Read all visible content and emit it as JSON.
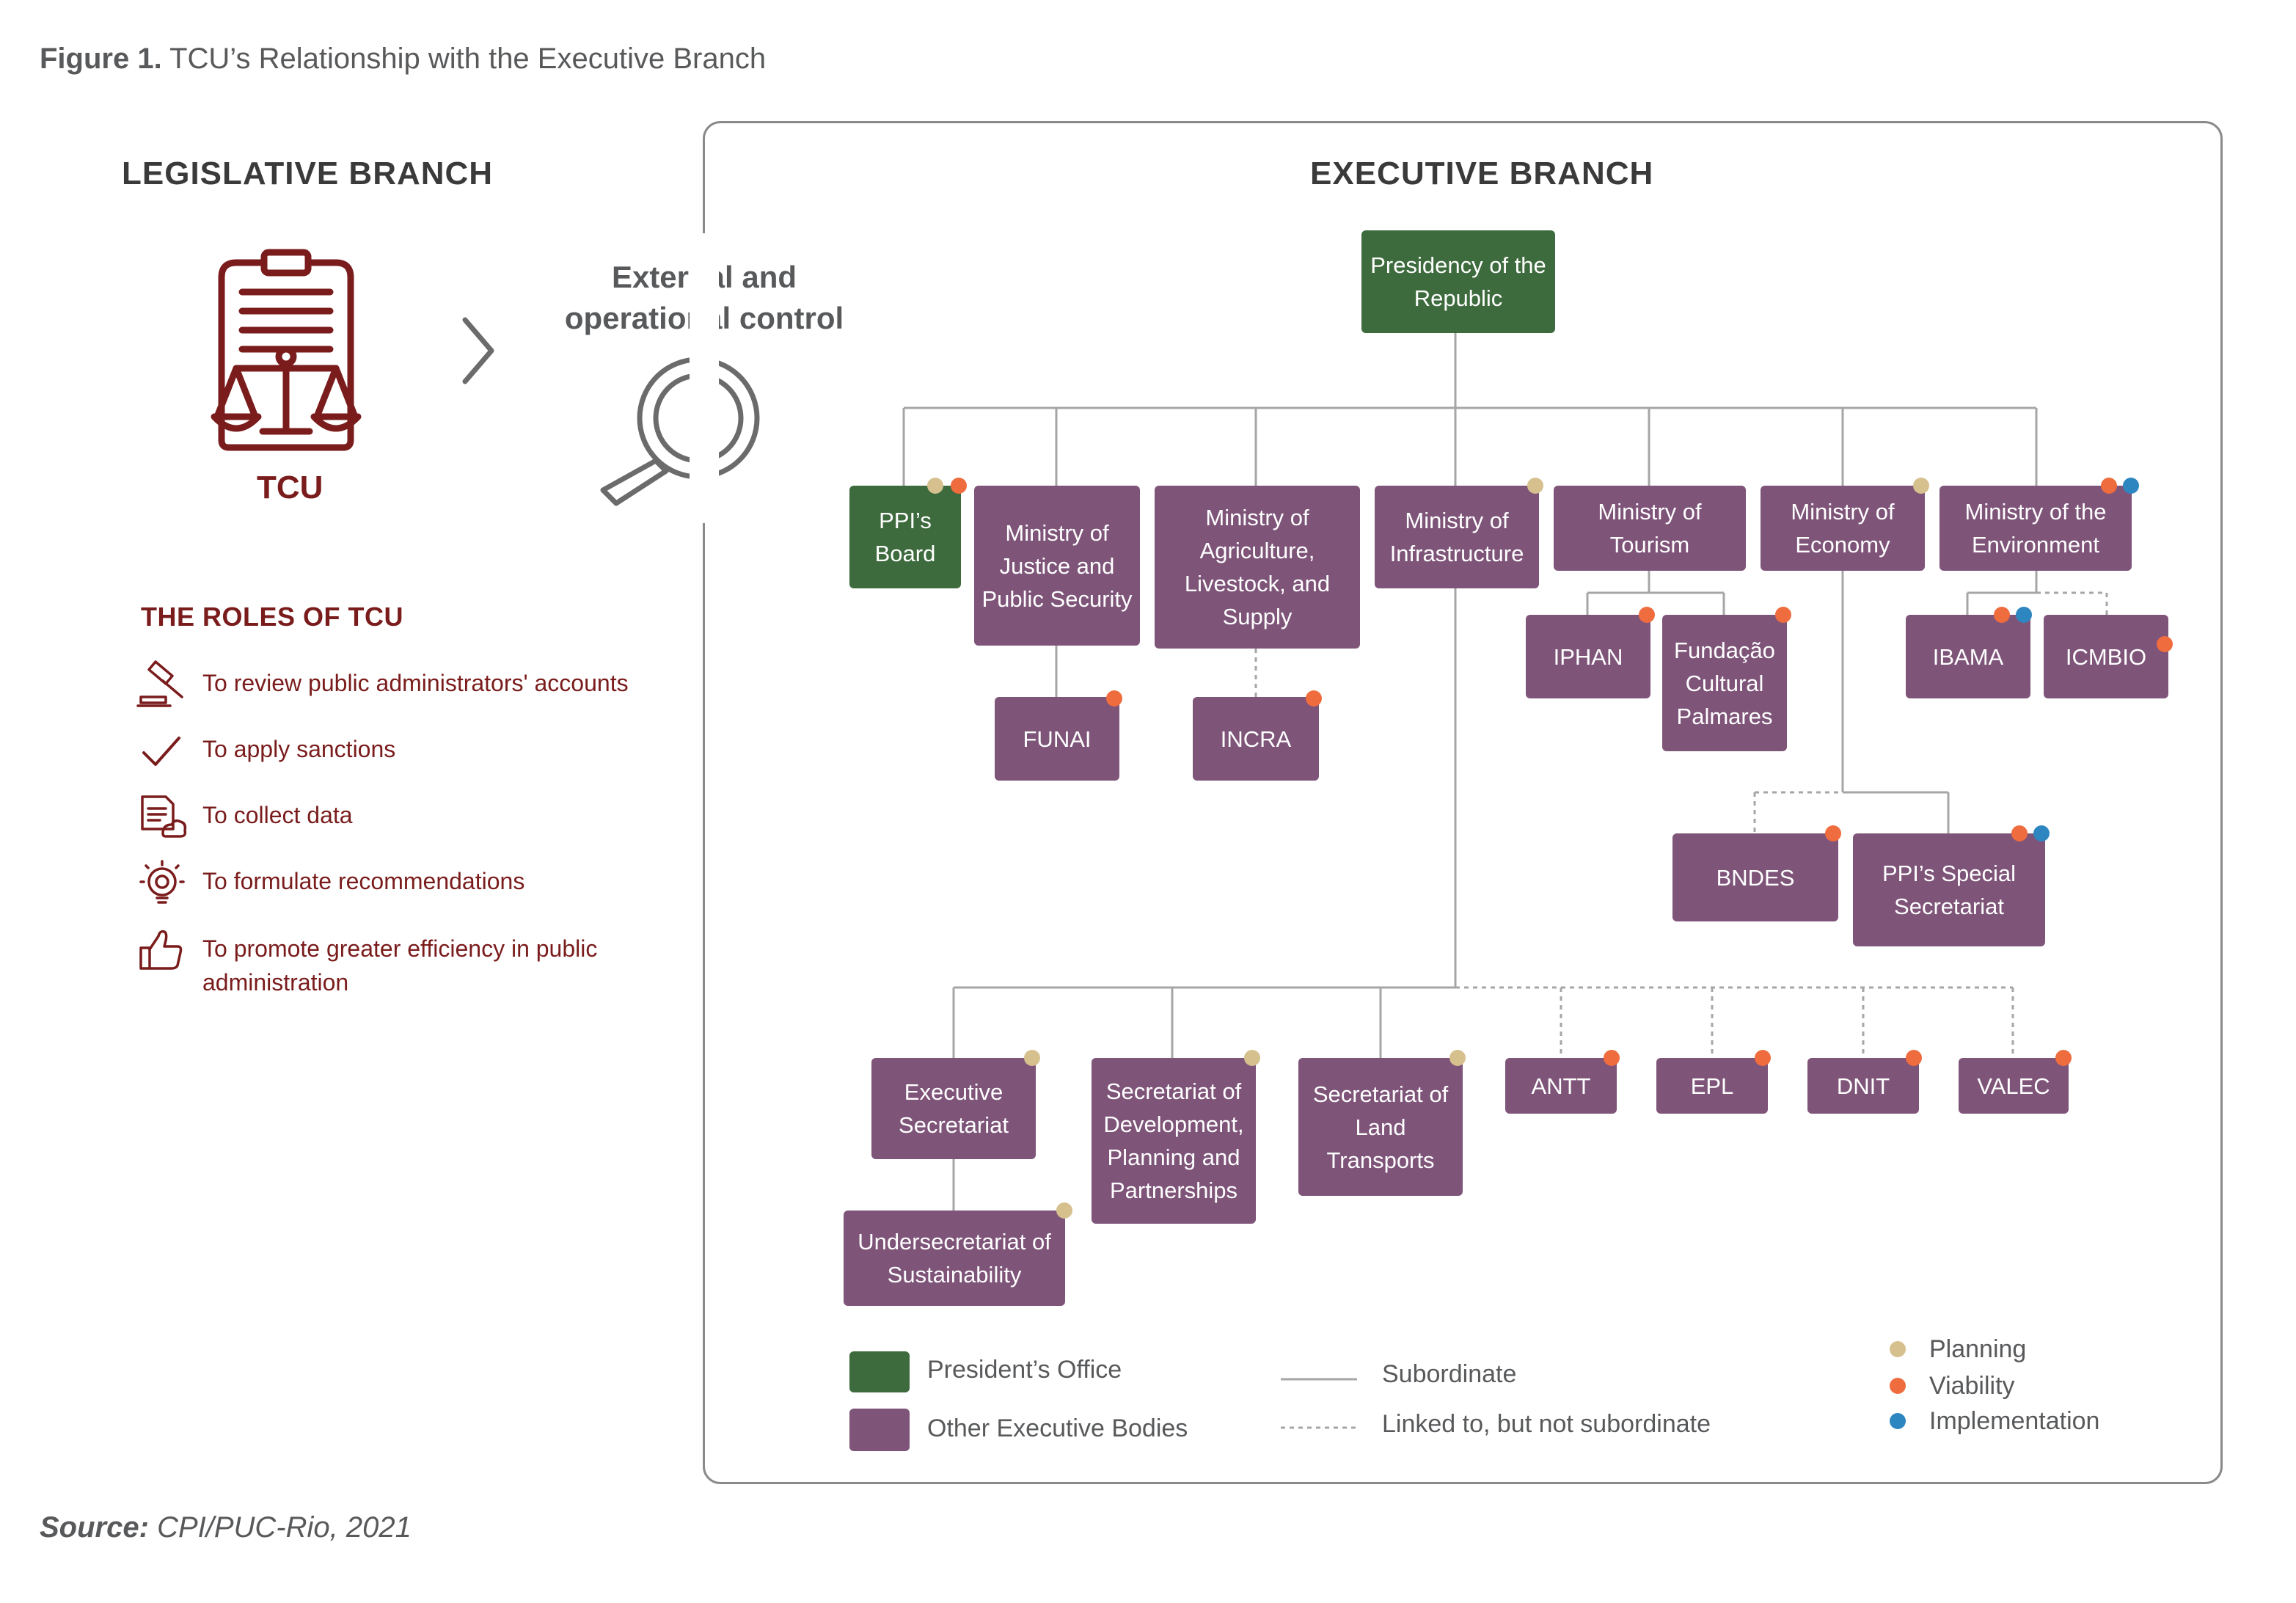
{
  "figure": {
    "label": "Figure 1.",
    "title": "TCU’s Relationship with the Executive Branch"
  },
  "source": {
    "label": "Source:",
    "text": "CPI/PUC-Rio, 2021"
  },
  "legislative": {
    "heading": "LEGISLATIVE BRANCH",
    "tcu_label": "TCU",
    "control_label": "External and operational control",
    "roles_title": "THE ROLES OF TCU",
    "roles": [
      {
        "icon": "gavel-icon",
        "text": "To review public administrators' accounts"
      },
      {
        "icon": "checkmark-icon",
        "text": "To apply sanctions"
      },
      {
        "icon": "data-document-icon",
        "text": "To collect data"
      },
      {
        "icon": "lightbulb-icon",
        "text": "To formulate recommendations"
      },
      {
        "icon": "thumbs-up-icon",
        "text": "To promote greater efficiency in public administration"
      }
    ]
  },
  "executive": {
    "heading": "EXECUTIVE BRANCH",
    "nodes": {
      "presidency": "Presidency of the Republic",
      "ppi_board": "PPI’s Board",
      "justice": "Ministry of Justice and Public Security",
      "agriculture": "Ministry of Agriculture, Livestock, and Supply",
      "infrastructure": "Ministry of Infrastructure",
      "tourism": "Ministry of Tourism",
      "economy": "Ministry of Economy",
      "environment": "Ministry of the Environment",
      "funai": "FUNAI",
      "incra": "INCRA",
      "iphan": "IPHAN",
      "palmares": "Fundação Cultural Palmares",
      "ibama": "IBAMA",
      "icmbio": "ICMBIO",
      "bndes": "BNDES",
      "ppi_special": "PPI’s Special Secretariat",
      "exec_secretariat": "Executive Secretariat",
      "sec_development": "Secretariat of Development, Planning and Partnerships",
      "sec_land": "Secretariat of Land Transports",
      "antt": "ANTT",
      "epl": "EPL",
      "dnit": "DNIT",
      "valec": "VALEC",
      "undersec": "Undersecretariat of Sustainability"
    }
  },
  "legend": {
    "presidents_office": "President’s Office",
    "other_bodies": "Other Executive Bodies",
    "subordinate": "Subordinate",
    "linked": "Linked to, but not subordinate",
    "planning": "Planning",
    "viability": "Viability",
    "implementation": "Implementation"
  },
  "colors": {
    "presidents_office": "#3d6b3d",
    "other_bodies": "#7e5479",
    "planning": "#d6c08e",
    "viability": "#ef6c3e",
    "implementation": "#2e86c1",
    "tcu": "#7a1c1c"
  }
}
